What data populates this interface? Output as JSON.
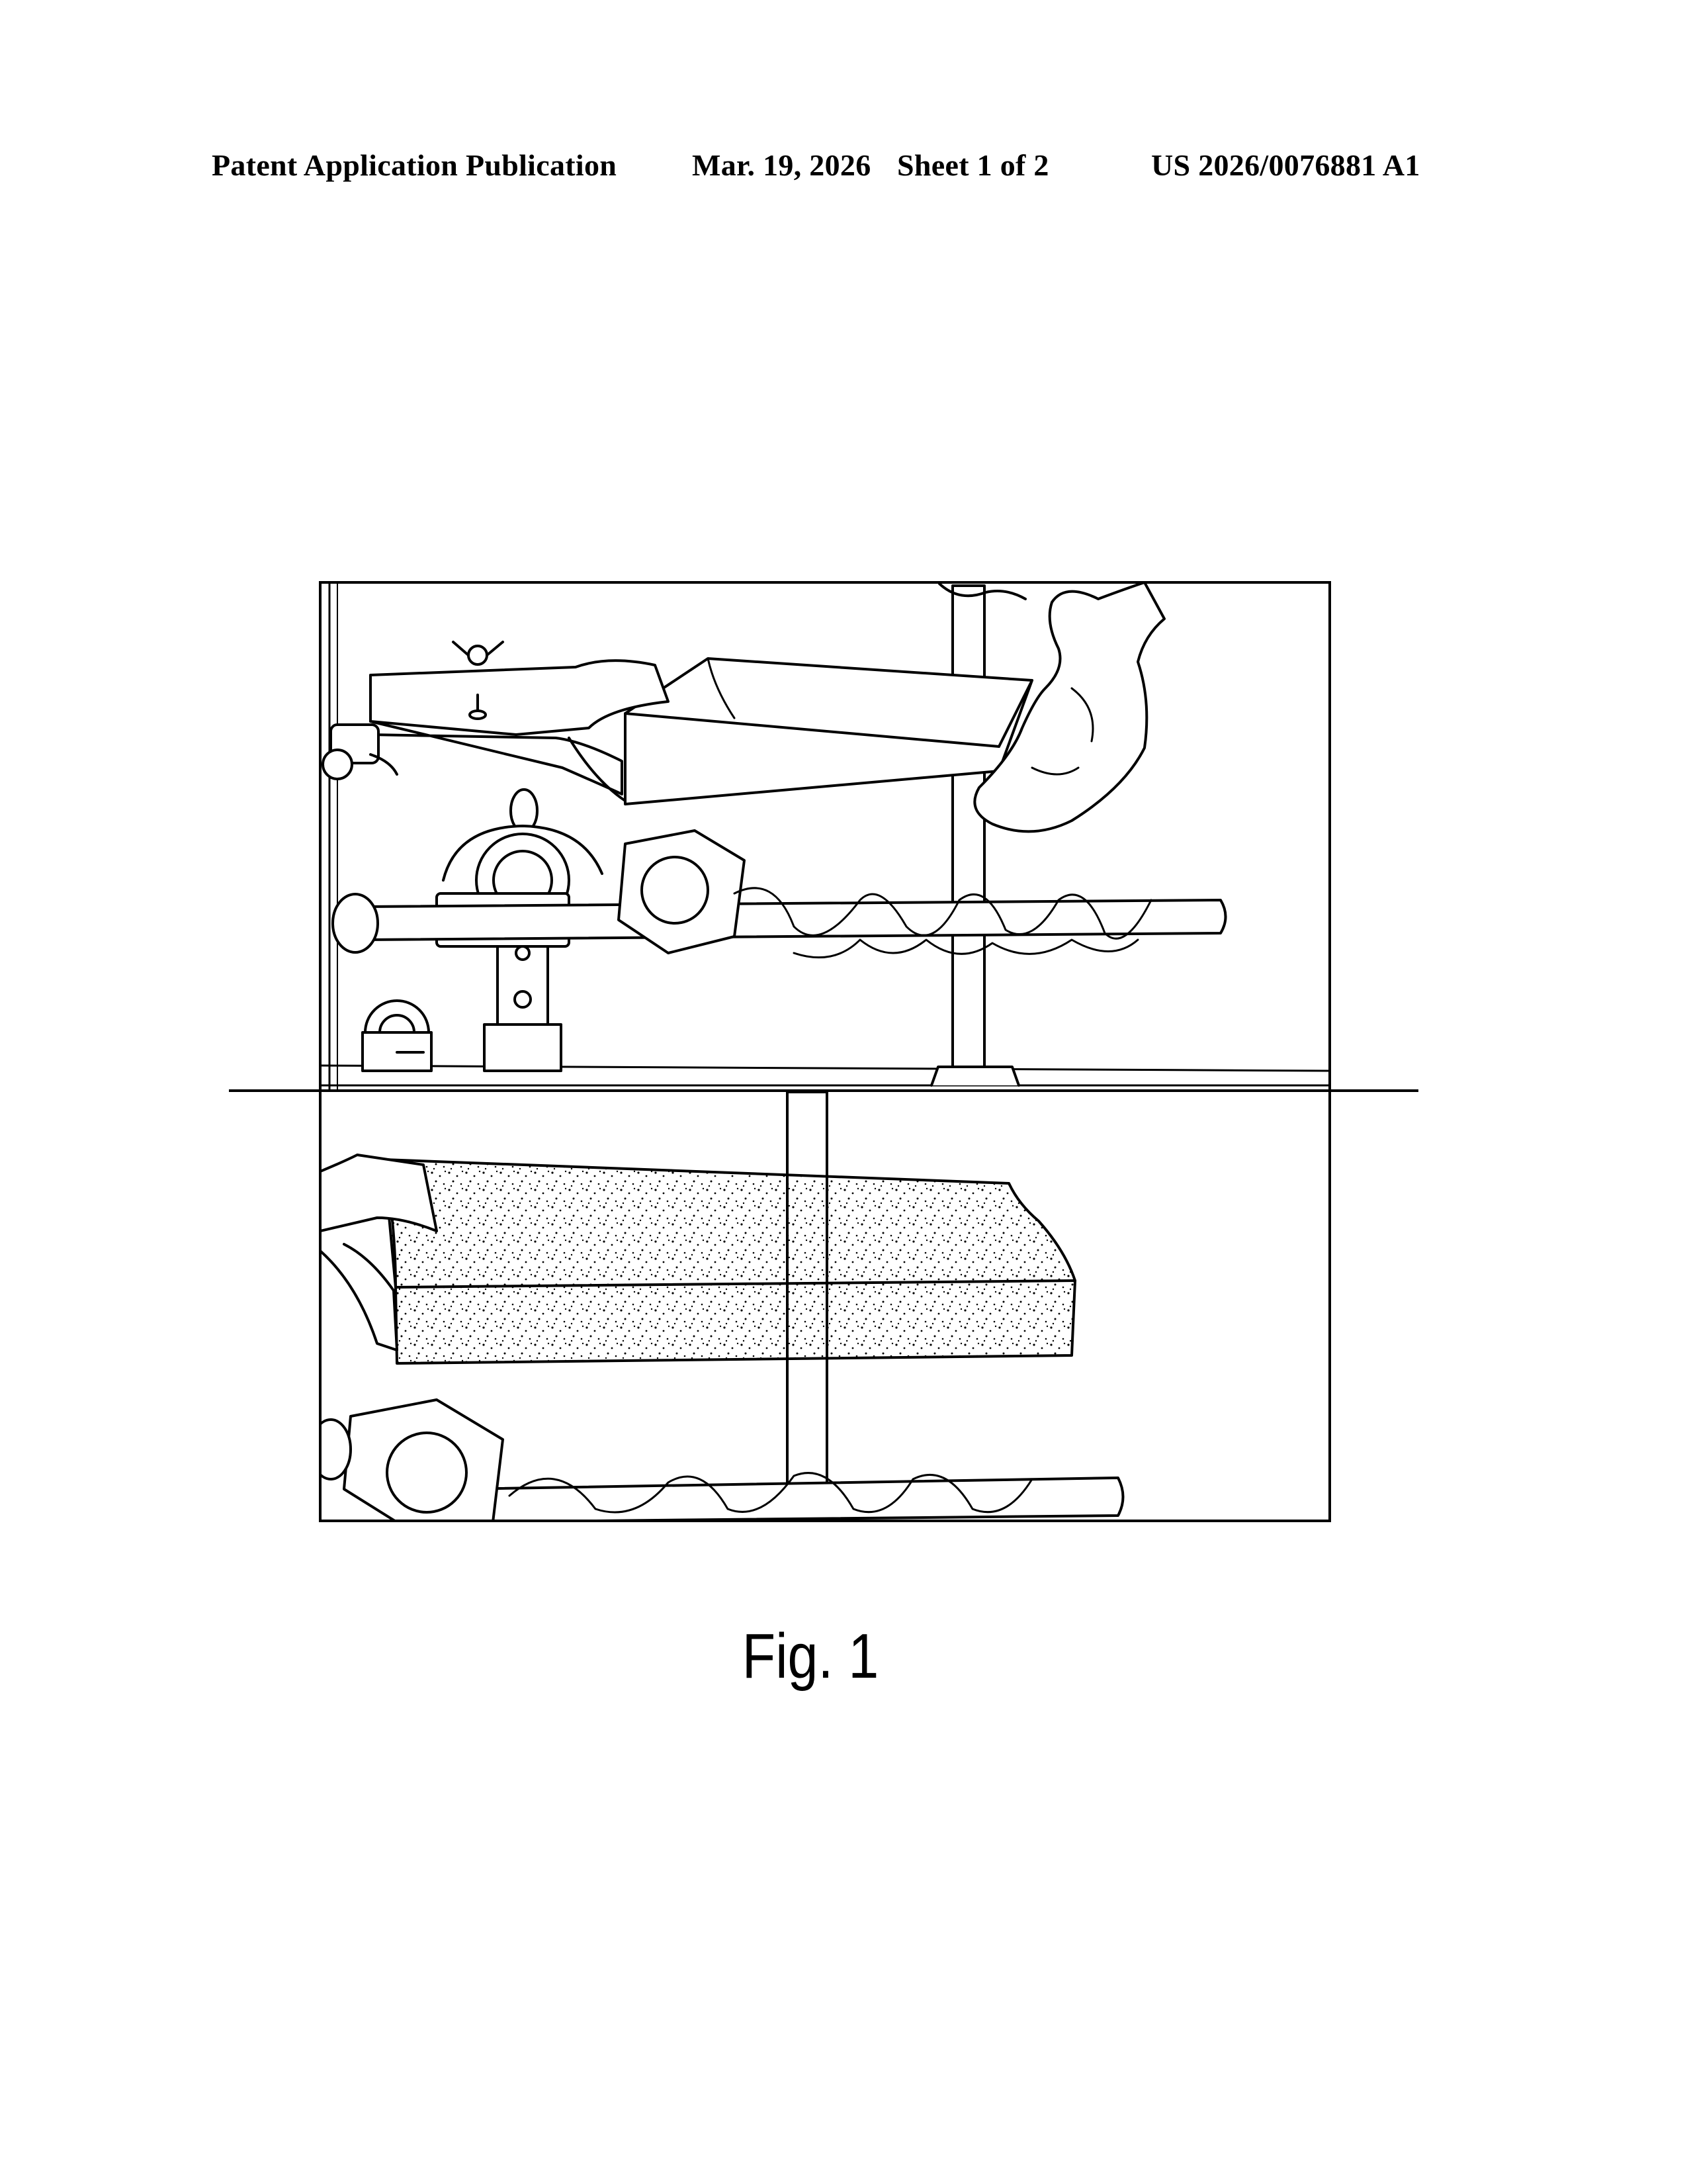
{
  "header": {
    "publication_type": "Patent Application Publication",
    "date": "Mar. 19, 2026",
    "sheet": "Sheet 1 of 2",
    "publication_number": "US 2026/0076881 A1"
  },
  "figure": {
    "caption": "Fig. 1"
  }
}
